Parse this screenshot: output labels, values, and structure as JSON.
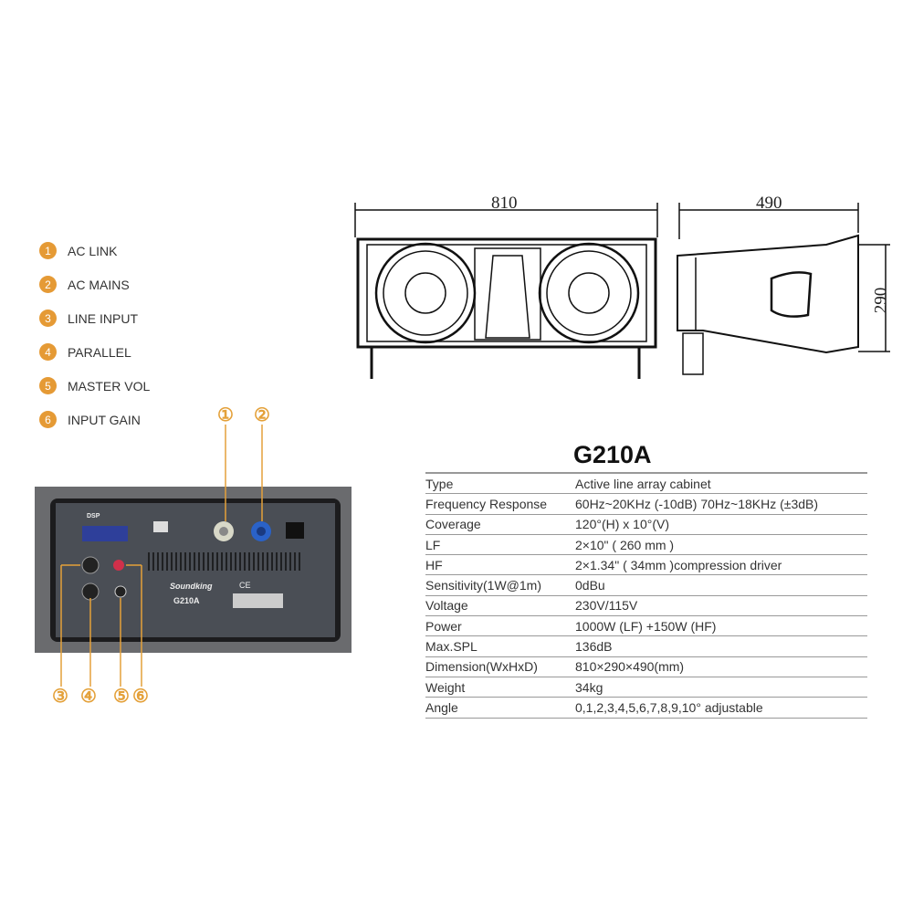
{
  "legend": [
    {
      "num": "1",
      "label": "AC LINK"
    },
    {
      "num": "2",
      "label": "AC MAINS"
    },
    {
      "num": "3",
      "label": "LINE INPUT"
    },
    {
      "num": "4",
      "label": "PARALLEL"
    },
    {
      "num": "5",
      "label": "MASTER VOL"
    },
    {
      "num": "6",
      "label": "INPUT GAIN"
    }
  ],
  "callouts": [
    "①",
    "②",
    "③",
    "④",
    "⑤",
    "⑥"
  ],
  "drawing": {
    "width": "810",
    "depth": "490",
    "height": "290"
  },
  "panel": {
    "dsp": "DSP",
    "brand": "Soundking",
    "model": "G210A",
    "ce": "CE"
  },
  "specs": {
    "title": "G210A",
    "rows": [
      {
        "k": "Type",
        "v": "Active line array cabinet"
      },
      {
        "k": "Frequency Response",
        "v": "60Hz~20KHz (-10dB)  70Hz~18KHz (±3dB)"
      },
      {
        "k": "Coverage",
        "v": "120°(H) x 10°(V)"
      },
      {
        "k": "LF",
        "v": "2×10\" ( 260 mm )"
      },
      {
        "k": "HF",
        "v": "2×1.34\" ( 34mm )compression driver"
      },
      {
        "k": "Sensitivity(1W@1m)",
        "v": "0dBu"
      },
      {
        "k": "Voltage",
        "v": "230V/115V"
      },
      {
        "k": "Power",
        "v": "1000W (LF) +150W (HF)"
      },
      {
        "k": "Max.SPL",
        "v": "136dB"
      },
      {
        "k": "Dimension(WxHxD)",
        "v": "810×290×490(mm)"
      },
      {
        "k": "Weight",
        "v": "34kg"
      },
      {
        "k": "Angle",
        "v": "0,1,2,3,4,5,6,7,8,9,10° adjustable"
      }
    ]
  },
  "colors": {
    "accent": "#e59a35",
    "plate": "#4a4e55"
  }
}
